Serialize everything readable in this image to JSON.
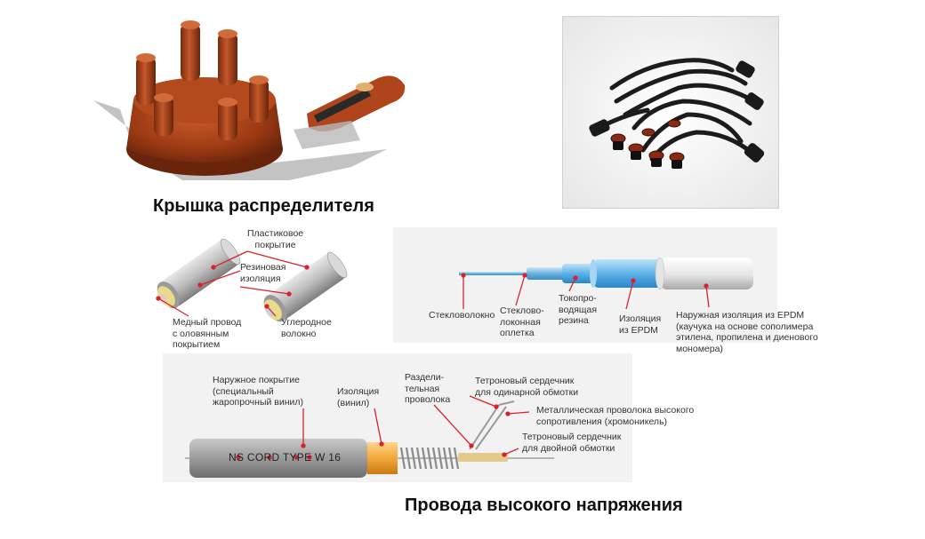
{
  "captions": {
    "distributor_cap": "Крышка распределителя",
    "hv_wires": "Провода высокого напряжения"
  },
  "diagram1": {
    "plastic_coating": [
      "Пластиковое",
      "покрытие"
    ],
    "rubber_insulation": [
      "Резиновая",
      "изоляция"
    ],
    "copper_wire": [
      "Медный провод",
      "с оловянным",
      "покрытием"
    ],
    "carbon_fiber": [
      "Углеродное",
      "волокно"
    ]
  },
  "diagram2": {
    "fiberglass": "Стекловолокно",
    "fiberglass_braid": [
      "Стеклово-",
      "локонная",
      "оплетка"
    ],
    "conductive_rubber": [
      "Токопро-",
      "водящая",
      "резина"
    ],
    "epdm_insulation": [
      "Изоляция",
      "из EPDM"
    ],
    "outer_epdm": [
      "Наружная изоляция из EPDM",
      "(каучука на основе сополимера",
      "этилена, пропилена и диенового",
      "мономера)"
    ]
  },
  "diagram3": {
    "outer_coating": [
      "Наружное покрытие",
      "(специальный",
      "жаропрочный винил)"
    ],
    "insulation_vinyl": [
      "Изоляция",
      "(винил)"
    ],
    "separating_wire": [
      "Раздели-",
      "тельная",
      "проволока"
    ],
    "tetron_single": [
      "Тетроновый сердечник",
      "для одинарной обмотки"
    ],
    "metal_wire": [
      "Металлическая проволока высокого",
      "сопротивления (хромоникель)"
    ],
    "tetron_double": [
      "Тетроновый сердечник",
      "для двойной обмотки"
    ],
    "cable_print": "NS CORD TYPE W 16"
  },
  "colors": {
    "cap_brown": "#9c3a14",
    "cap_highlight": "#c85a2a",
    "arrow_red": "#d8232a",
    "cable_gray": "#9a9a9a",
    "epdm_blue": "#4aa3df",
    "insulation_orange": "#f0a030"
  }
}
